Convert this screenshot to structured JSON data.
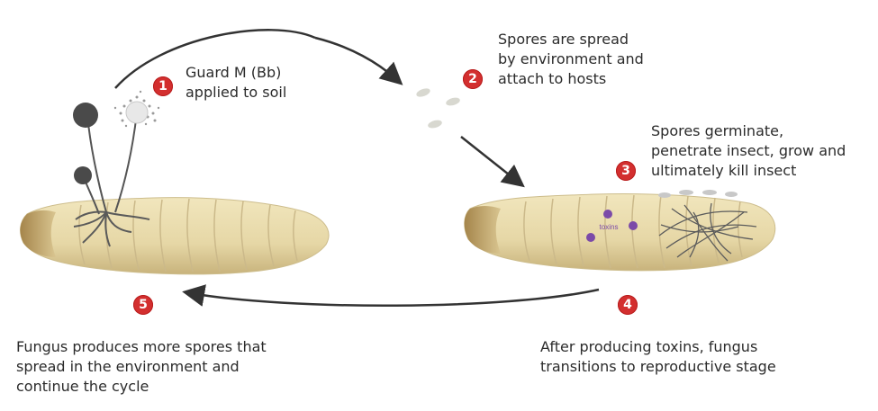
{
  "steps": [
    {
      "number": "1",
      "text": [
        "Guard M (Bb)",
        "applied to soil"
      ]
    },
    {
      "number": "2",
      "text": [
        "Spores are spread",
        "by environment and",
        "attach to hosts"
      ]
    },
    {
      "number": "3",
      "text": [
        "Spores germinate,",
        "penetrate insect, grow and",
        "ultimately kill insect"
      ]
    },
    {
      "number": "4",
      "text": [
        "After producing toxins, fungus",
        "transitions to reproductive stage"
      ]
    },
    {
      "number": "5",
      "text": [
        "Fungus produces more spores that",
        "spread in the environment and",
        "continue the cycle"
      ]
    }
  ],
  "toxin_label": "toxins",
  "colors": {
    "badge": "#d32f2f",
    "larva_body": "#e8dcae",
    "larva_shadow": "#c9b884",
    "larva_head": "#b89b5e",
    "fungus": "#4d4d4d",
    "toxin_dot": "#7b4aa8",
    "arrow": "#333333"
  }
}
